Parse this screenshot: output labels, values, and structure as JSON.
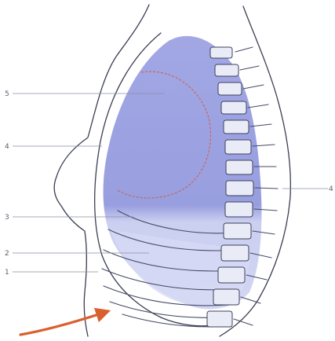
{
  "labels": [
    {
      "id": "5",
      "text": "5"
    },
    {
      "id": "4",
      "text": "4"
    },
    {
      "id": "3",
      "text": "3"
    },
    {
      "id": "2",
      "text": "2"
    },
    {
      "id": "1",
      "text": "1"
    },
    {
      "id": "6",
      "text": "4"
    }
  ],
  "colors": {
    "lung": "#8f96dc",
    "lung_lower": "#c2c6ee",
    "red_outline": "#d35a3f",
    "arrow": "#d9602e",
    "line": "#3b3e52"
  }
}
